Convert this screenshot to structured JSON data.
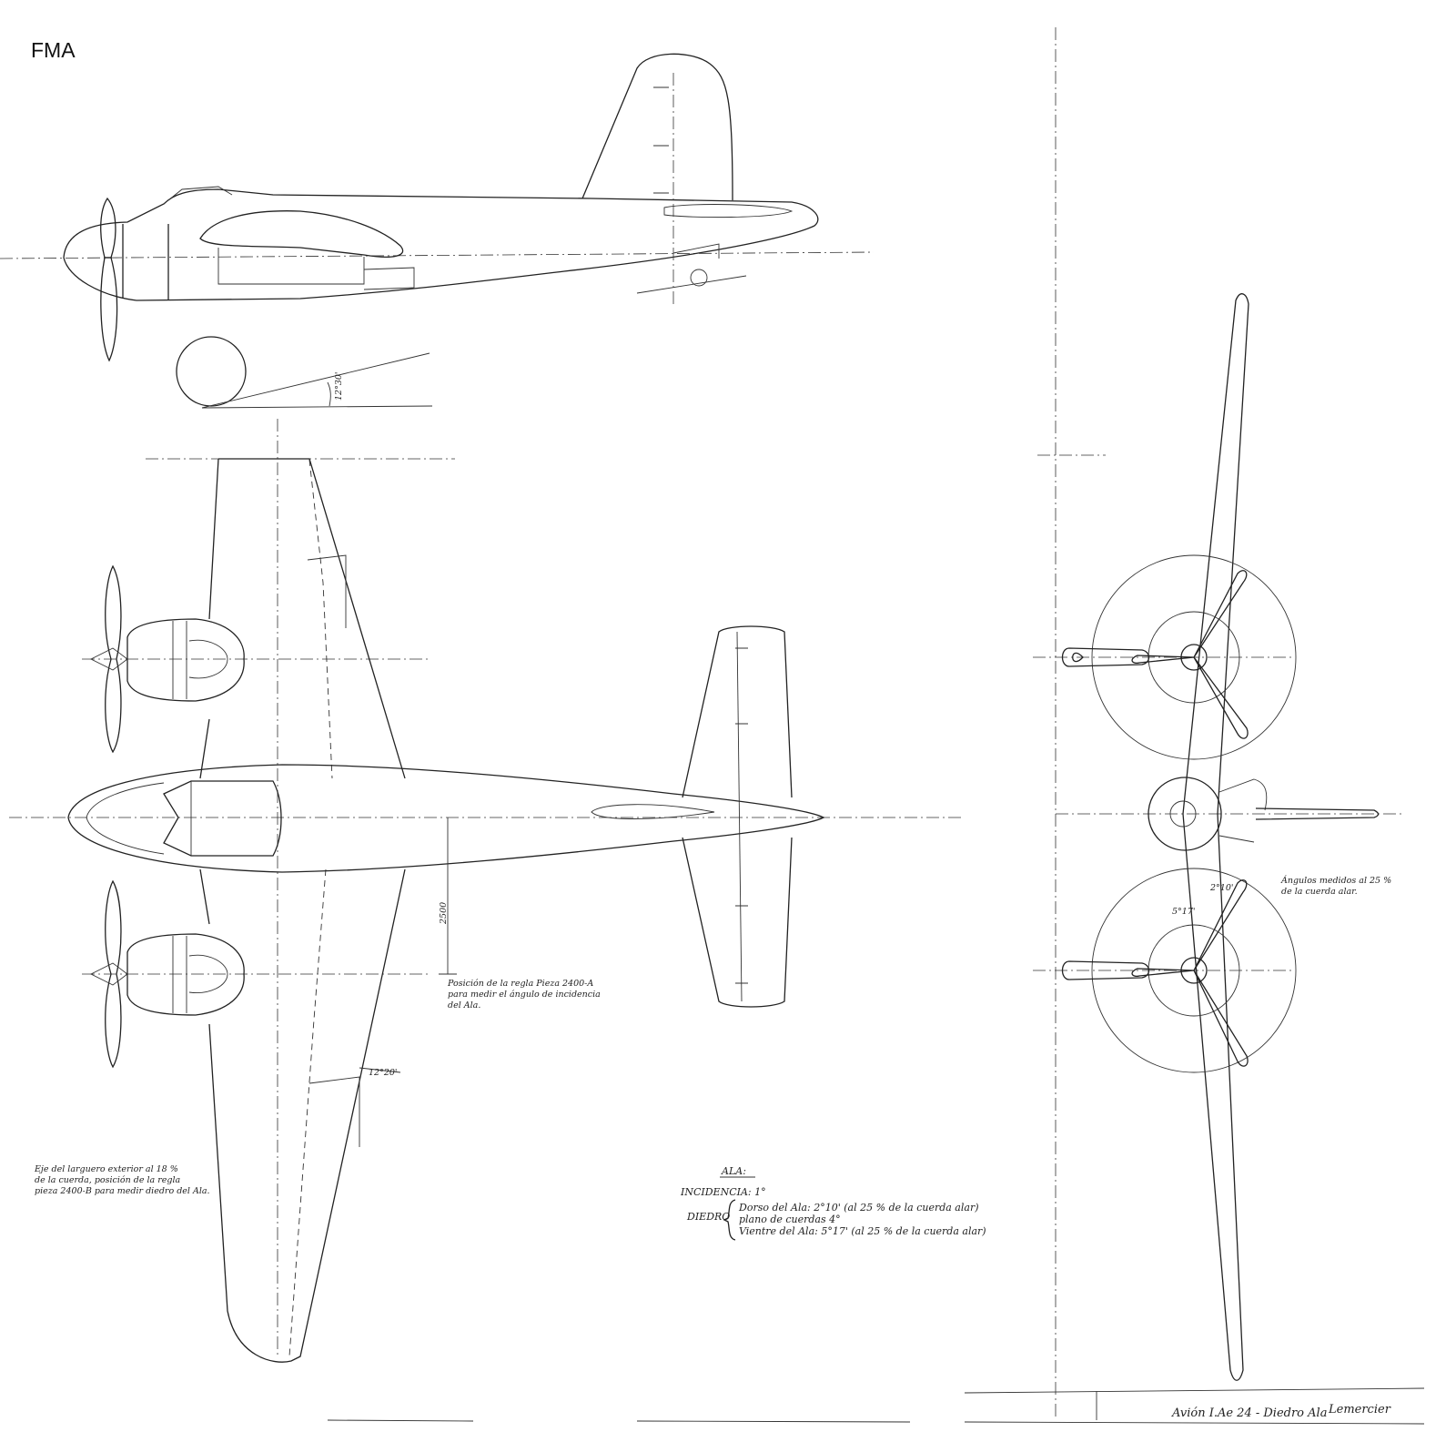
{
  "header": {
    "corner_label": "FMA"
  },
  "side_view": {
    "incidence_angle": "12°30'"
  },
  "plan_view": {
    "dimension": "2500",
    "angle_label": "12°20'",
    "ruler_note": [
      "Posición de la regla Pieza 2400-A",
      "para medir el ángulo de incidencia",
      "del Ala."
    ],
    "spar_note": [
      "Eje del larguero exterior al 18 %",
      "de la cuerda, posición de la regla",
      "pieza 2400-B para medir diedro del Ala."
    ]
  },
  "front_view": {
    "note": [
      "Ángulos medidos al 25 %",
      "de la cuerda alar."
    ],
    "angle_upper": "2°10'",
    "angle_lower": "5°17'"
  },
  "wing_spec": {
    "heading": "ALA:",
    "incidence": "INCIDENCIA: 1°",
    "diedro_label": "DIEDRO",
    "lines": [
      "Dorso del Ala: 2°10' (al 25 % de la cuerda alar)",
      "plano de cuerdas 4°",
      "Vientre del Ala: 5°17' (al 25 % de la cuerda alar)"
    ]
  },
  "title_block": {
    "title": "Avión I.Ae 24 - Diedro Ala",
    "signature": "Lemercier"
  }
}
